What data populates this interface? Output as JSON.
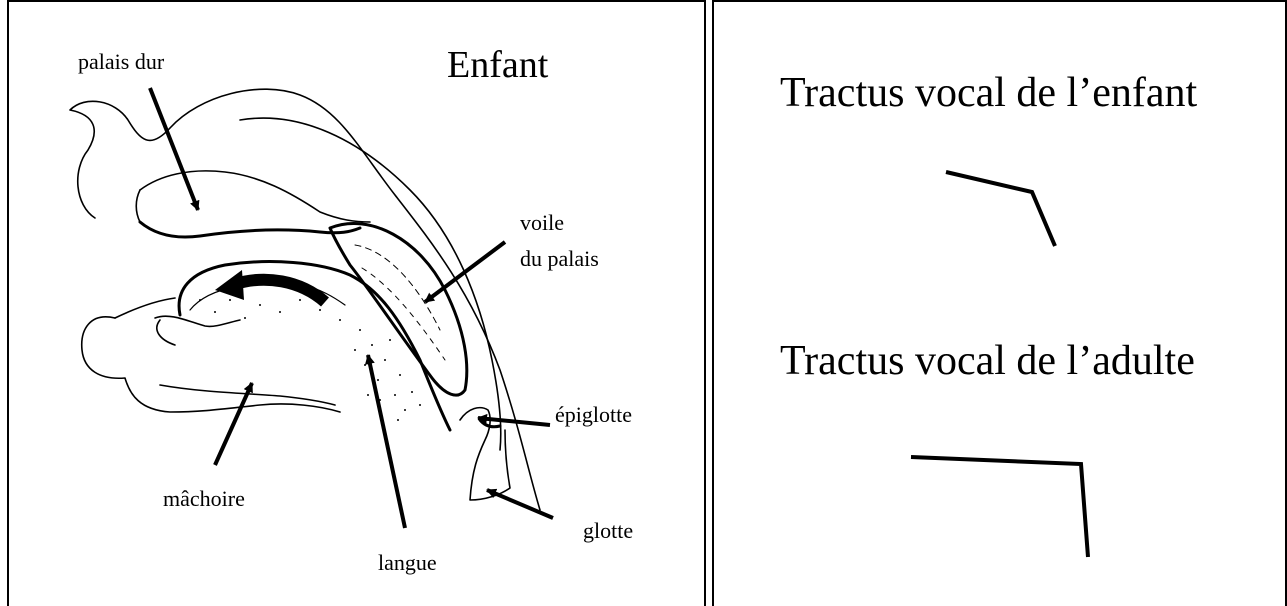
{
  "left_panel": {
    "title": "Enfant",
    "labels": {
      "palais_dur": "palais dur",
      "voile": "voile",
      "du_palais": "du palais",
      "epiglotte": "épiglotte",
      "machoire": "mâchoire",
      "glotte": "glotte",
      "langue": "langue"
    }
  },
  "right_panel": {
    "child_title": "Tractus vocal de l’enfant",
    "adult_title": "Tractus vocal de l’adulte"
  }
}
